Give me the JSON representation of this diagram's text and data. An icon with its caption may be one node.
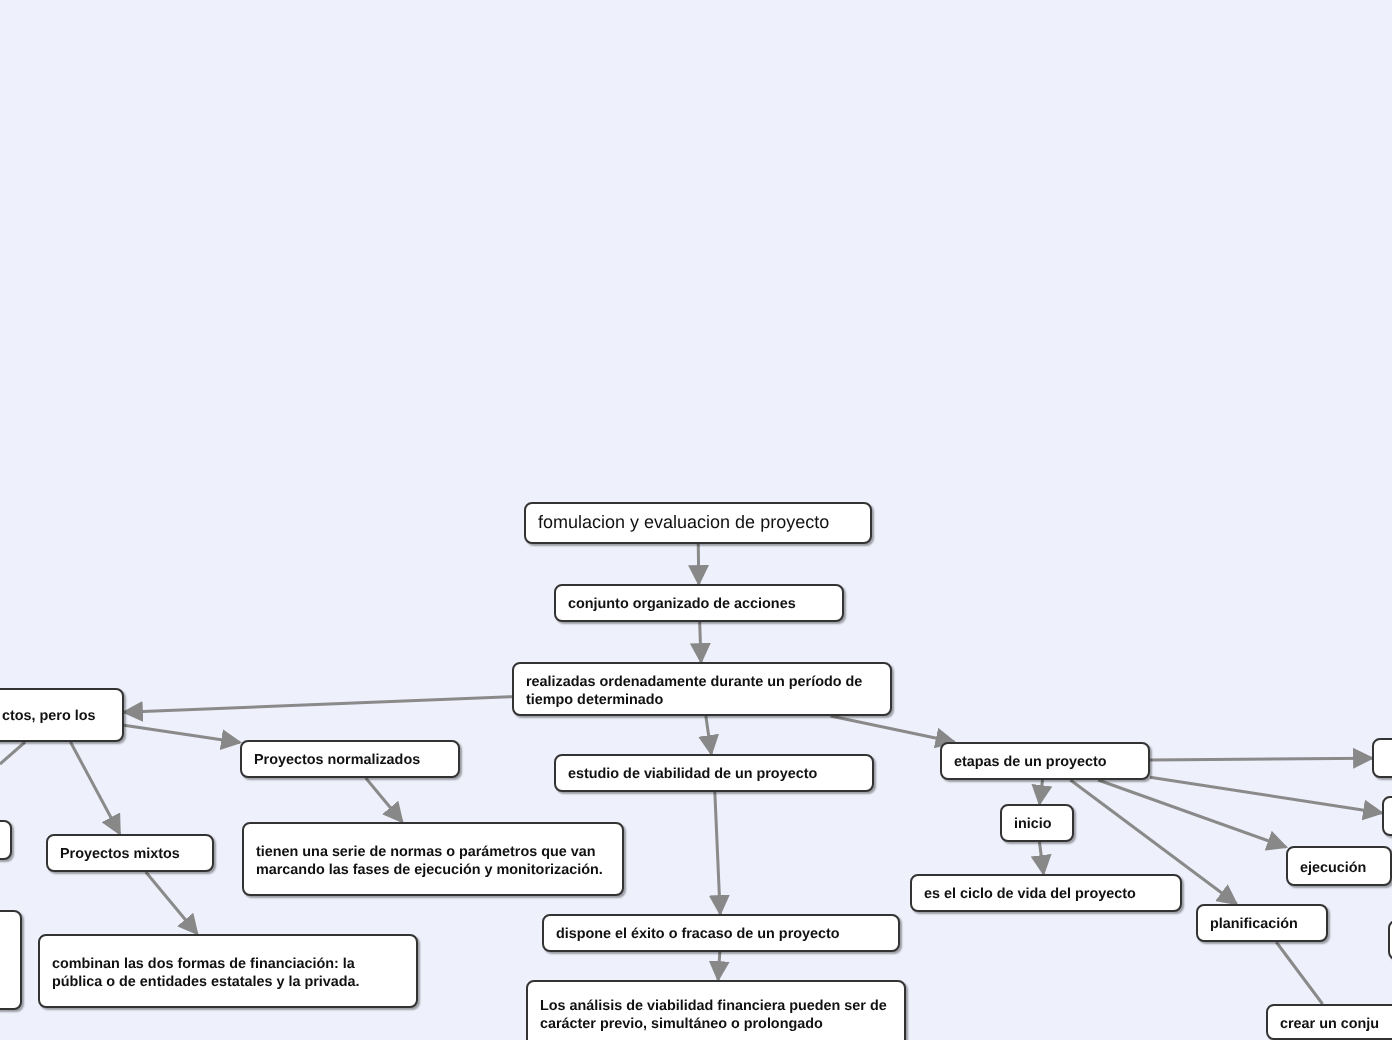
{
  "diagram": {
    "nodes": [
      {
        "text": [
          "fomulacion y evaluacion de proyecto"
        ]
      },
      {
        "text": [
          "conjunto organizado de acciones"
        ]
      },
      {
        "text": [
          "realizadas ordenadamente durante un período de tiempo determinado"
        ]
      },
      {
        "text": [
          "ctos, pero los"
        ]
      },
      {
        "text": [
          "Proyectos normalizados"
        ]
      },
      {
        "text": [
          "tienen una serie de normas o parámetros que van marcando las fases de ejecución y monitorización."
        ]
      },
      {
        "text": [],
        "shape": "box"
      },
      {
        "text": [
          "Proyectos mixtos"
        ]
      },
      {
        "text": [],
        "shape": "box"
      },
      {
        "text": [
          "combinan las dos formas de financiación: la pública o de entidades estatales y la privada."
        ]
      },
      {
        "text": [
          "estudio de viabilidad de un proyecto"
        ]
      },
      {
        "text": [
          "dispone el éxito o fracaso de un proyecto"
        ]
      },
      {
        "text": [
          "Los análisis de viabilidad financiera pueden ser de carácter previo, simultáneo o prolongado"
        ]
      },
      {
        "text": [
          "etapas de un proyecto"
        ]
      },
      {
        "text": [
          "inicio"
        ]
      },
      {
        "text": [
          "es el ciclo de vida del proyecto"
        ]
      },
      {
        "text": [
          "planificación"
        ]
      },
      {
        "text": [
          "ejecución"
        ]
      },
      {
        "text": [],
        "shape": "box"
      },
      {
        "text": [],
        "shape": "box"
      },
      {
        "text": [],
        "shape": "box"
      },
      {
        "text": [
          "crear un conju"
        ]
      }
    ],
    "edges": [
      {
        "from": 0,
        "to": 1,
        "arrow": "to"
      },
      {
        "from": 1,
        "to": 2,
        "arrow": "to"
      },
      {
        "from": 2,
        "to": 3,
        "arrow": "to"
      },
      {
        "from": 3,
        "to": 4,
        "arrow": "to"
      },
      {
        "from": 4,
        "to": 5,
        "arrow": "to"
      },
      {
        "from": 3,
        "to": 7,
        "arrow": "to"
      },
      {
        "from": 3,
        "to": null,
        "arrow": "none"
      },
      {
        "from": 7,
        "to": 9,
        "arrow": "to"
      },
      {
        "from": 2,
        "to": 10,
        "arrow": "to"
      },
      {
        "from": 10,
        "to": 11,
        "arrow": "to"
      },
      {
        "from": 11,
        "to": 12,
        "arrow": "to"
      },
      {
        "from": 2,
        "to": 13,
        "arrow": "to"
      },
      {
        "from": 13,
        "to": 14,
        "arrow": "to"
      },
      {
        "from": 14,
        "to": 15,
        "arrow": "to"
      },
      {
        "from": 13,
        "to": 18,
        "arrow": "to"
      },
      {
        "from": 13,
        "to": 19,
        "arrow": "to"
      },
      {
        "from": 13,
        "to": 17,
        "arrow": "to"
      },
      {
        "from": 13,
        "to": 16,
        "arrow": "to"
      },
      {
        "from": 16,
        "to": 21,
        "arrow": "none"
      }
    ]
  }
}
